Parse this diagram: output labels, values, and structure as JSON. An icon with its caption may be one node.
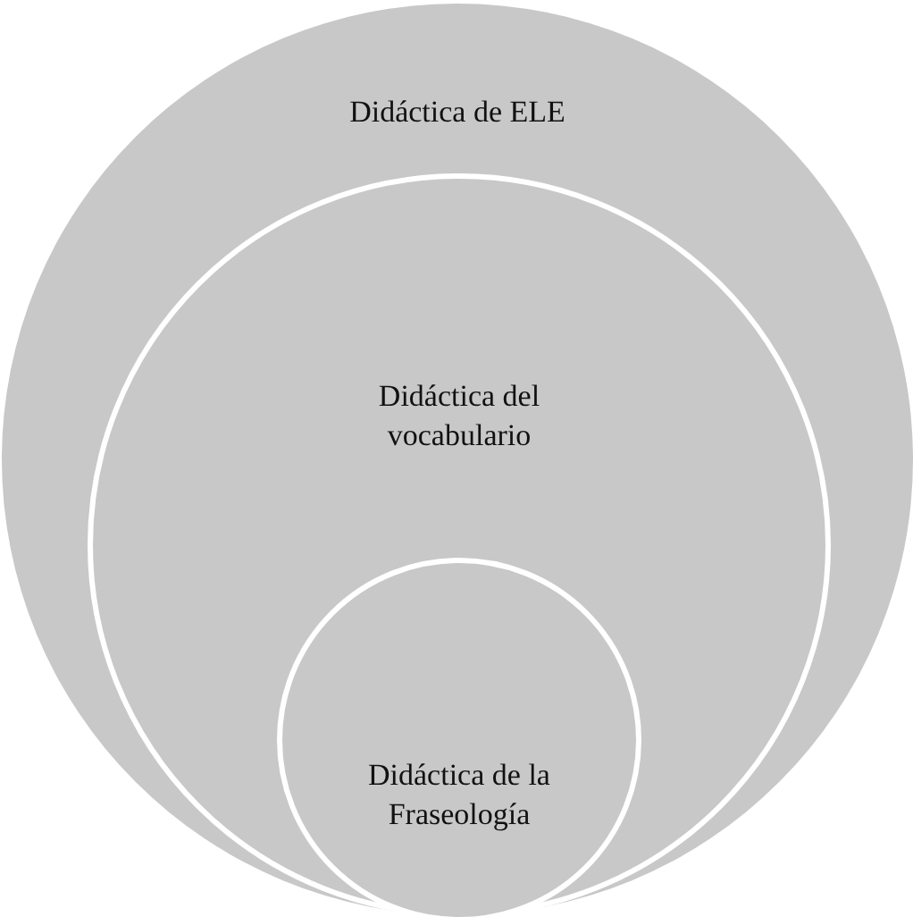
{
  "diagram": {
    "nodes": [
      {
        "text": [
          "Didáctica de ELE"
        ]
      },
      {
        "text": [
          "Didáctica del vocabulario"
        ],
        "in": 0
      },
      {
        "text": [
          "Didáctica de la Fraseología"
        ],
        "in": 1
      }
    ]
  }
}
